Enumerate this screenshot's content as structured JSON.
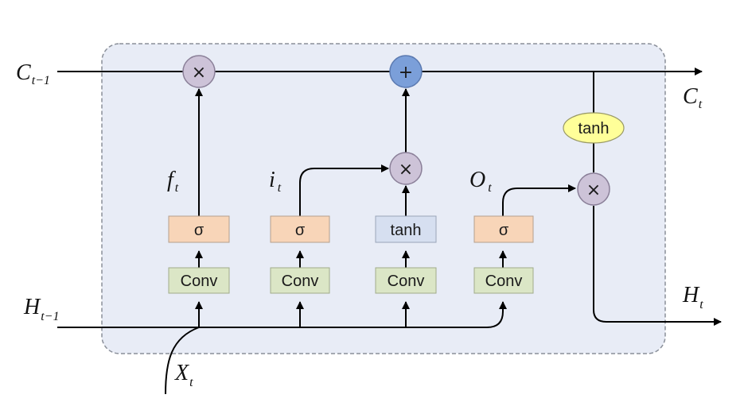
{
  "labels": {
    "c_prev_main": "C",
    "c_prev_sub": "t−1",
    "c_out_main": "C",
    "c_out_sub": "t",
    "h_prev_main": "H",
    "h_prev_sub": "t−1",
    "h_out_main": "H",
    "h_out_sub": "t",
    "x_main": "X",
    "x_sub": "t",
    "f_main": "f",
    "f_sub": "t",
    "i_main": "i",
    "i_sub": "t",
    "o_main": "O",
    "o_sub": "t"
  },
  "ops": {
    "multiply": "×",
    "add": "+"
  },
  "boxes": {
    "sigma": "σ",
    "tanh": "tanh",
    "conv": "Conv"
  },
  "colors": {
    "cell_bg": "#e8ecf6",
    "cell_border": "#8a8f99",
    "sigma_fill": "#f8d5b8",
    "tanh_fill": "#d6dff0",
    "conv_fill": "#dbe6c6",
    "op_fill": "#cdc3d8",
    "add_fill": "#7b9fd9",
    "tanh_ellipse": "#ffff99"
  }
}
